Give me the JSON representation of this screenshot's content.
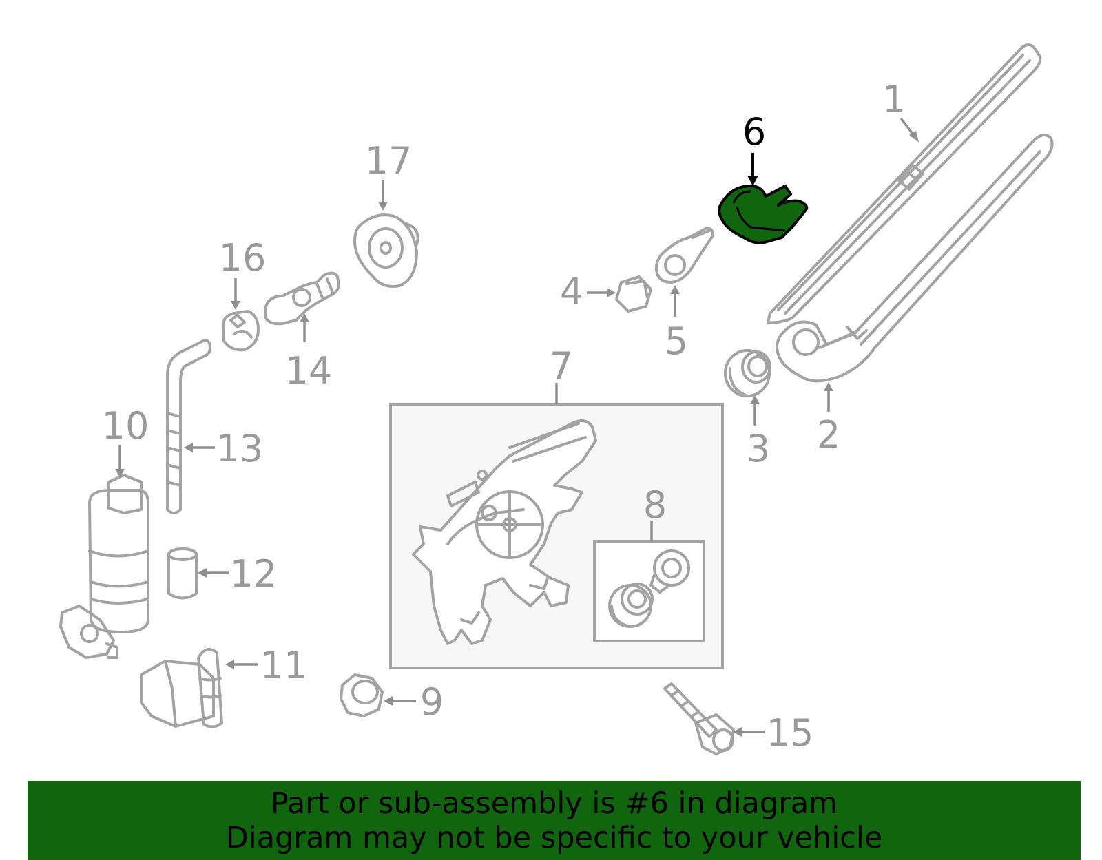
{
  "diagram": {
    "highlight_color": "#12650f",
    "highlighted_part": "6",
    "callouts": {
      "c1": "1",
      "c2": "2",
      "c3": "3",
      "c4": "4",
      "c5": "5",
      "c6": "6",
      "c7": "7",
      "c8": "8",
      "c9": "9",
      "c10": "10",
      "c11": "11",
      "c12": "12",
      "c13": "13",
      "c14": "14",
      "c15": "15",
      "c16": "16",
      "c17": "17"
    }
  },
  "banner": {
    "line1": "Part or sub-assembly is #6 in diagram",
    "line2": "Diagram may not be specific to your vehicle",
    "background": "#12650f"
  }
}
